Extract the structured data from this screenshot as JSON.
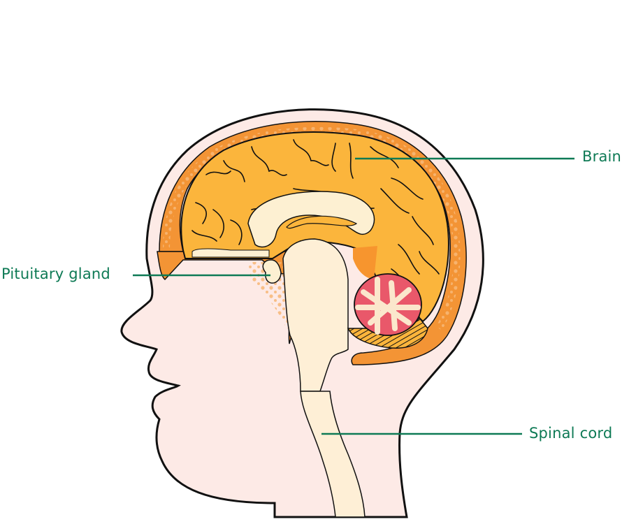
{
  "diagram": {
    "subject": "Sagittal section of the human head",
    "colors": {
      "label_text": "#0e7a55",
      "leader_line": "#0e7a55",
      "skin": "#fdeae6",
      "outline": "#111111",
      "skull_orange": "#f39435",
      "skull_dots": "#f7b36e",
      "brain": "#fbb53c",
      "brain_deep": "#f7952e",
      "white_matter": "#fdf0d2",
      "spinal_cord": "#feefd6",
      "cerebellum": "#e9586a",
      "cerebellum_branches": "#fbe7cc"
    },
    "labels": [
      {
        "id": "brain",
        "text": "Brain"
      },
      {
        "id": "pituitary",
        "text": "Pituitary gland"
      },
      {
        "id": "spinal",
        "text": "Spinal cord"
      }
    ]
  }
}
